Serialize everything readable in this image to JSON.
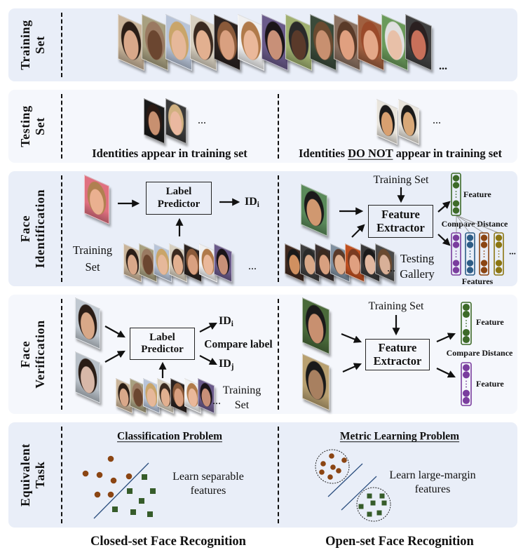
{
  "rows": [
    {
      "id": "training-set",
      "label_lines": [
        "Training",
        "Set"
      ]
    },
    {
      "id": "testing-set",
      "label_lines": [
        "Testing",
        "Set"
      ]
    },
    {
      "id": "face-identification",
      "label_lines": [
        "Face",
        "Identification"
      ]
    },
    {
      "id": "face-verification",
      "label_lines": [
        "Face",
        "Verification"
      ]
    },
    {
      "id": "equivalent-task",
      "label_lines": [
        "Equivalent",
        "Task"
      ]
    }
  ],
  "training_set": {
    "ellipsis": "..."
  },
  "testing_set": {
    "closed": {
      "caption": "Identities appear in training set",
      "ellipsis": "..."
    },
    "open": {
      "caption_pre": "Identities ",
      "caption_emph": "DO NOT",
      "caption_post": " appear in training set",
      "ellipsis": "..."
    }
  },
  "identification": {
    "closed": {
      "box_lines": [
        "Label",
        "Predictor"
      ],
      "output": "ID",
      "output_sub": "i",
      "training_lines": [
        "Training",
        "Set"
      ],
      "ellipsis": "...",
      "shown_training_faces": 7
    },
    "open": {
      "training_label": "Training Set",
      "box_lines": [
        "Feature",
        "Extractor"
      ],
      "feature_label": "Feature",
      "compare_label": "Compare Distance",
      "features_label": "Features",
      "gallery_lines": [
        "Testing",
        "Gallery"
      ],
      "ellipsis": "...",
      "vectors_ellipsis": "..."
    }
  },
  "verification": {
    "closed": {
      "box_lines": [
        "Label",
        "Predictor"
      ],
      "output_i": "ID",
      "output_i_sub": "i",
      "output_j": "ID",
      "output_j_sub": "j",
      "compare_label": "Compare label",
      "training_lines": [
        "Training",
        "Set"
      ],
      "ellipsis": "...",
      "shown_training_faces": 7
    },
    "open": {
      "training_label": "Training Set",
      "box_lines": [
        "Feature",
        "Extractor"
      ],
      "feature_label_1": "Feature",
      "feature_label_2": "Feature",
      "compare_label": "Compare Distance"
    }
  },
  "equivalent_task": {
    "closed": {
      "title": "Classification Problem",
      "desc_lines": [
        "Learn separable",
        "features"
      ]
    },
    "open": {
      "title": "Metric Learning Problem",
      "desc_lines": [
        "Learn large-margin",
        "features"
      ]
    }
  },
  "footer": {
    "closed": "Closed-set Face Recognition",
    "open": "Open-set Face Recognition"
  },
  "colors": {
    "panel_blue": "#e9eef8",
    "panel_light": "#f5f7fc",
    "green": "#3d6a28",
    "purple": "#7a3d9e",
    "blue": "#2d5c86",
    "brown": "#8b4513",
    "olive": "#8c7612",
    "class_circle": "#8b4513",
    "class_square": "#365c2a",
    "separator": "#2d5080"
  },
  "faces": {
    "training": [
      {
        "bg": "#c9b49a",
        "skin": "#d9a88a",
        "hair": "#2a1d16"
      },
      {
        "bg": "#a8a080",
        "skin": "#6b4630",
        "hair": "#9a7a62"
      },
      {
        "bg": "#b8c4d8",
        "skin": "#e6b89a",
        "hair": "#c9a56a"
      },
      {
        "bg": "#d8d0c0",
        "skin": "#e2b090",
        "hair": "#3a2a20"
      },
      {
        "bg": "#2a2220",
        "skin": "#d9a080",
        "hair": "#8a5a3a"
      },
      {
        "bg": "#f0f0f0",
        "skin": "#eab89a",
        "hair": "#b07a4a"
      },
      {
        "bg": "#6a5a8a",
        "skin": "#c89078",
        "hair": "#1a1418"
      },
      {
        "bg": "#a0b070",
        "skin": "#5a3a2a",
        "hair": "#2a2a2a"
      },
      {
        "bg": "#3a4a3a",
        "skin": "#c89070",
        "hair": "#6a4a30"
      },
      {
        "bg": "#8a7060",
        "skin": "#e0a080",
        "hair": "#5a3a28"
      },
      {
        "bg": "#a06040",
        "skin": "#e4a888",
        "hair": "#9a4a2a"
      },
      {
        "bg": "#6a9a5a",
        "skin": "#e8c0a8",
        "hair": "#e0e0e0"
      },
      {
        "bg": "#404040",
        "skin": "#c8705a",
        "hair": "#2a2020"
      }
    ],
    "testing_closed": [
      {
        "bg": "#1a1a1a",
        "skin": "#c89070",
        "hair": "#2a1a14"
      },
      {
        "bg": "#3a3a3a",
        "skin": "#eab8a0",
        "hair": "#d0b080"
      }
    ],
    "testing_open": [
      {
        "bg": "#e8e4dc",
        "skin": "#d8a070",
        "hair": "#1a1a1a"
      },
      {
        "bg": "#e8e4dc",
        "skin": "#d8a878",
        "hair": "#1a1a1a"
      }
    ],
    "ident_query_closed": [
      {
        "bg": "#e07080",
        "skin": "#eab090",
        "hair": "#b08050"
      }
    ],
    "ident_query_open": [
      {
        "bg": "#5a8a5a",
        "skin": "#d09870",
        "hair": "#1a1a1a"
      }
    ],
    "ident_gallery": [
      {
        "bg": "#402a20",
        "skin": "#d09060",
        "hair": "#1a1a1a"
      },
      {
        "bg": "#404040",
        "skin": "#d8a888",
        "hair": "#2a2a2a"
      },
      {
        "bg": "#3a3030",
        "skin": "#d8a080",
        "hair": "#3a2a20"
      },
      {
        "bg": "#8090a0",
        "skin": "#e0b090",
        "hair": "#5a3a2a"
      },
      {
        "bg": "#c05020",
        "skin": "#e0a080",
        "hair": "#7a3a20"
      },
      {
        "bg": "#3a3a3a",
        "skin": "#e0b8a0",
        "hair": "#1a1a1a"
      },
      {
        "bg": "#4a4a4a",
        "skin": "#d8b098",
        "hair": "#6a4a30"
      }
    ],
    "verif_pair_closed": [
      {
        "bg": "#c0c8d0",
        "skin": "#d8a888",
        "hair": "#2a1d16"
      },
      {
        "bg": "#b8c0c8",
        "skin": "#d8b8a8",
        "hair": "#2a1d16"
      }
    ],
    "verif_pair_open": [
      {
        "bg": "#4a6a3a",
        "skin": "#c89070",
        "hair": "#1a1a1a"
      },
      {
        "bg": "#b8a070",
        "skin": "#a88060",
        "hair": "#1a1a1a"
      }
    ]
  }
}
